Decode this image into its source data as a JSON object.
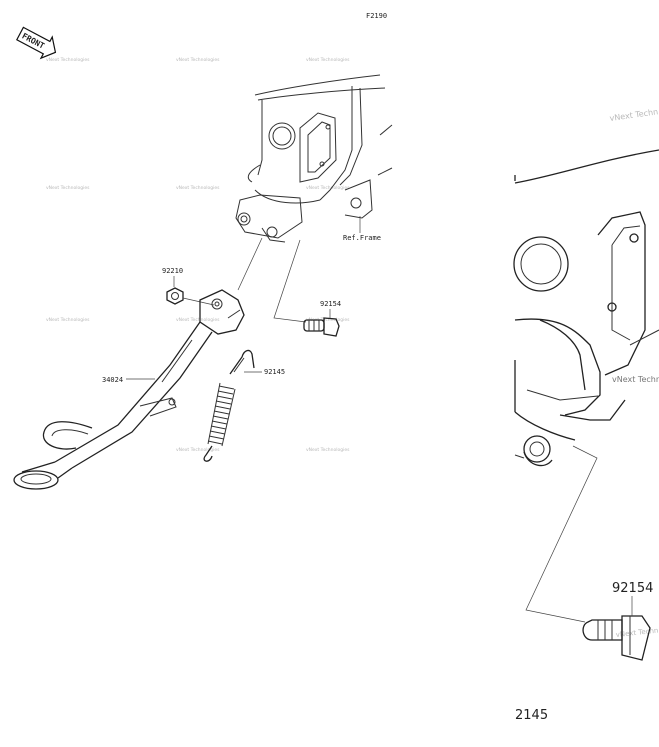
{
  "figure_code": "F2190",
  "front_label": "FRONT",
  "ref_frame_label": "Ref.Frame",
  "parts": {
    "stand": "34024",
    "nut": "92210",
    "bolt": "92154",
    "spring": "92145"
  },
  "zoom": {
    "bolt_label": "92154",
    "spring_label_partial": "2145"
  },
  "watermark": "vNext Technologies",
  "watermark_zoom": "vNext Techn"
}
